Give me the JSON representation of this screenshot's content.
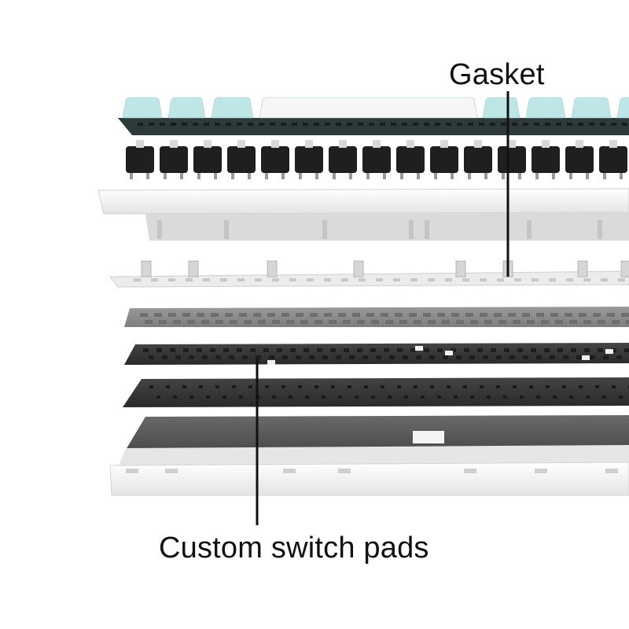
{
  "image": {
    "subject": "Exploded layer view of a mechanical keyboard",
    "colors": {
      "keycap_mint": "#bfe6e6",
      "keycap_white": "#f6f6f6",
      "switch_black": "#1f1f1f",
      "case_white": "#f2f2f2",
      "plate_grey": "#8e8e8e",
      "pcb_dark": "#3b3b3b",
      "foam_dark": "#2b2b2b",
      "bottom_plate": "#5e5e5e",
      "leader_line": "#111111"
    }
  },
  "callouts": {
    "gasket": "Gasket",
    "switch_pads": "Custom switch pads"
  },
  "layers": [
    {
      "id": "keycaps",
      "icon": "keycap-row"
    },
    {
      "id": "switches",
      "icon": "switch-row"
    },
    {
      "id": "top-case",
      "icon": "case-frame"
    },
    {
      "id": "gasket-plate",
      "icon": "gasket-plate"
    },
    {
      "id": "switch-plate",
      "icon": "plate"
    },
    {
      "id": "switch-pads",
      "icon": "pad-sheet"
    },
    {
      "id": "pcb",
      "icon": "pcb"
    },
    {
      "id": "bottom-foam",
      "icon": "foam"
    },
    {
      "id": "bottom-case",
      "icon": "case-bottom"
    }
  ]
}
